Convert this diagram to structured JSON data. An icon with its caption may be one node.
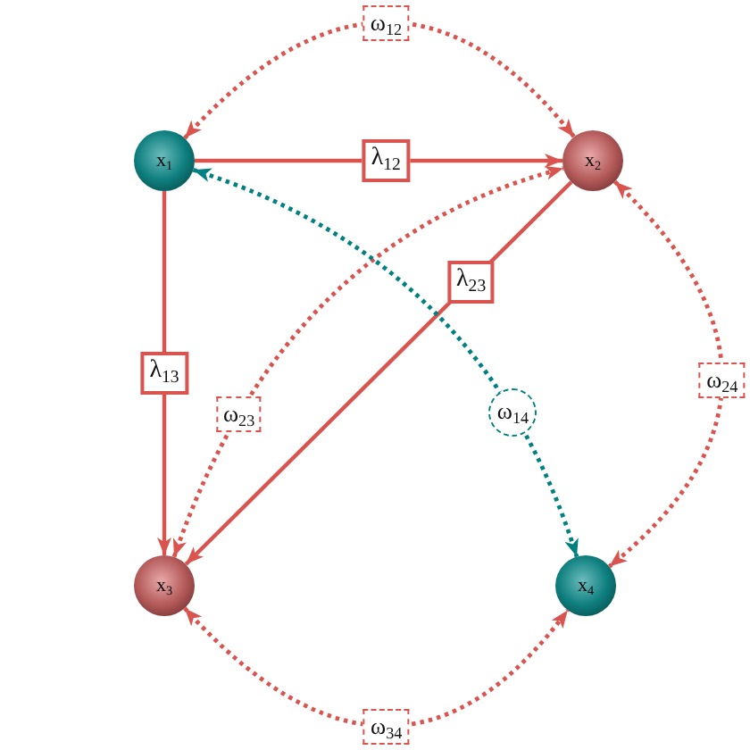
{
  "diagram": {
    "nodes": [
      {
        "text": [
          "x$_{1}$"
        ]
      },
      {
        "text": [
          "x$_{2}$"
        ]
      },
      {
        "text": [
          "x$_{3}$"
        ]
      },
      {
        "text": [
          "x$_{4}$"
        ]
      }
    ],
    "edges": [
      {
        "from": 0,
        "to": 1,
        "arrow": "both",
        "label": "ω$_{12}$",
        "style": "dashed"
      },
      {
        "from": 0,
        "to": 1,
        "arrow": "to",
        "label": "λ$_{12}$"
      },
      {
        "from": 0,
        "to": 2,
        "arrow": "to",
        "label": "λ$_{13}$"
      },
      {
        "from": 1,
        "to": 2,
        "arrow": "to",
        "label": "λ$_{23}$"
      },
      {
        "from": 2,
        "to": 1,
        "arrow": "both",
        "label": "ω$_{23}$",
        "style": "dashed"
      },
      {
        "from": 0,
        "to": 3,
        "arrow": "both",
        "label": "ω$_{14}$",
        "style": "dashed",
        "color": "#008080"
      },
      {
        "from": 1,
        "to": 3,
        "arrow": "both",
        "label": "ω$_{24}$",
        "style": "dashed"
      },
      {
        "from": 2,
        "to": 3,
        "arrow": "both",
        "label": "ω$_{34}$",
        "style": "dashed"
      }
    ]
  }
}
